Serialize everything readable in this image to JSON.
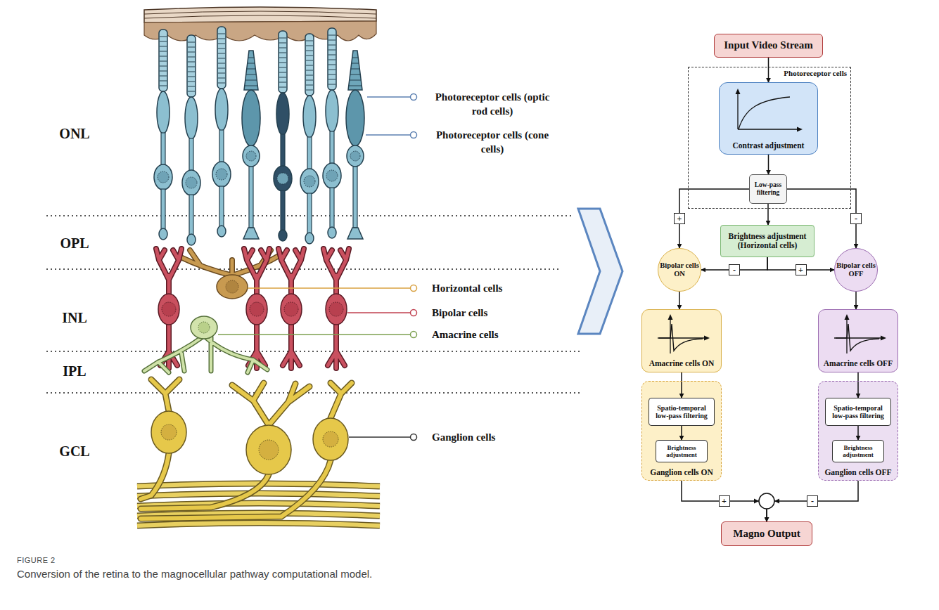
{
  "diagram": {
    "caption": "Conversion of the retina to the magnocellular pathway computational model.",
    "nodes": [
      {
        "text": [
          "Input Video Stream"
        ]
      },
      {
        "text": [
          "Photoreceptor cells"
        ]
      },
      {
        "text": [
          "Contrast adjustment"
        ],
        "in": 1
      },
      {
        "text": [
          "Low-pass filtering"
        ],
        "in": 1
      },
      {
        "text": [
          "Brightness adjustment (Horizontal cells)"
        ]
      },
      {
        "text": [
          "Bipolar cells ON"
        ]
      },
      {
        "text": [
          "Bipolar cells OFF"
        ]
      },
      {
        "text": [
          "Amacrine cells ON"
        ]
      },
      {
        "text": [
          "Amacrine cells OFF"
        ]
      },
      {
        "text": [
          "Ganglion cells ON"
        ]
      },
      {
        "text": [
          "Spatio-temporal low-pass filtering"
        ],
        "in": 9
      },
      {
        "text": [
          "Brightness adjustment"
        ],
        "in": 9
      },
      {
        "text": [
          "Ganglion cells OFF"
        ]
      },
      {
        "text": [
          "Spatio-temporal low-pass filtering"
        ],
        "in": 12
      },
      {
        "text": [
          "Brightness adjustment"
        ],
        "in": 12
      },
      {
        "text": [
          "Magno Output"
        ]
      }
    ],
    "edges": [
      {
        "from": 0,
        "to": 2,
        "arrow": "to"
      },
      {
        "from": 2,
        "to": 3,
        "arrow": "to"
      },
      {
        "from": 3,
        "to": 5,
        "label": "+",
        "arrow": "to"
      },
      {
        "from": 3,
        "to": 6,
        "label": "-",
        "arrow": "to"
      },
      {
        "from": 3,
        "to": 4,
        "arrow": "to"
      },
      {
        "from": 4,
        "to": 5,
        "label": "-",
        "arrow": "to"
      },
      {
        "from": 4,
        "to": 6,
        "label": "+",
        "arrow": "to"
      },
      {
        "from": 5,
        "to": 7,
        "arrow": "to"
      },
      {
        "from": 6,
        "to": 8,
        "arrow": "to"
      },
      {
        "from": 7,
        "to": 10,
        "arrow": "to"
      },
      {
        "from": 10,
        "to": 11,
        "arrow": "to"
      },
      {
        "from": 8,
        "to": 13,
        "arrow": "to"
      },
      {
        "from": 13,
        "to": 14,
        "arrow": "to"
      },
      {
        "from": 9,
        "to": 15,
        "label": "+",
        "arrow": "to"
      },
      {
        "from": 12,
        "to": 15,
        "label": "-",
        "arrow": "to"
      }
    ],
    "labels": [
      "ONL",
      "OPL",
      "INL",
      "IPL",
      "GCL",
      "Photoreceptor cells (optic rod cells)",
      "Photoreceptor cells (cone cells)",
      "Horizontal cells",
      "Bipolar cells",
      "Amacrine cells",
      "Ganglion cells",
      "FIGURE 2"
    ]
  }
}
